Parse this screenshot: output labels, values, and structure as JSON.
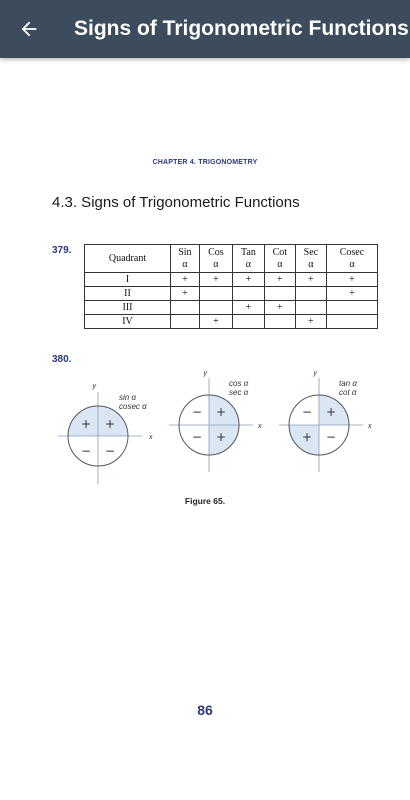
{
  "appbar": {
    "title": "Signs of Trigonometric Functions"
  },
  "page": {
    "chapter": "CHAPTER 4.  TRIGONOMETRY",
    "section_title": "4.3. Signs of Trigonometric Functions",
    "q1_number": "379.",
    "q2_number": "380.",
    "figure_caption": "Figure 65.",
    "page_number": "86"
  },
  "table": {
    "headers": [
      {
        "top": "Quadrant",
        "bottom": ""
      },
      {
        "top": "Sin",
        "bottom": "α"
      },
      {
        "top": "Cos",
        "bottom": "α"
      },
      {
        "top": "Tan",
        "bottom": "α"
      },
      {
        "top": "Cot",
        "bottom": "α"
      },
      {
        "top": "Sec",
        "bottom": "α"
      },
      {
        "top": "Cosec",
        "bottom": "α"
      }
    ],
    "rows": [
      [
        "I",
        "+",
        "+",
        "+",
        "+",
        "+",
        "+"
      ],
      [
        "II",
        "+",
        "",
        "",
        "",
        "",
        "+"
      ],
      [
        "III",
        "",
        "",
        "+",
        "+",
        "",
        ""
      ],
      [
        "IV",
        "",
        "+",
        "",
        "",
        "+",
        ""
      ]
    ]
  },
  "diagrams": {
    "colors": {
      "shade": "#dbe6f4",
      "axis": "#8a9bb8",
      "circle": "#555555"
    },
    "items": [
      {
        "label_line1": "sin α",
        "label_line2": "cosec α",
        "axis_x": "x",
        "axis_y": "y",
        "signs": [
          "+",
          "+",
          "−",
          "−"
        ],
        "shaded": [
          true,
          true,
          false,
          false
        ]
      },
      {
        "label_line1": "cos α",
        "label_line2": "sec α",
        "axis_x": "x",
        "axis_y": "y",
        "signs": [
          "+",
          "−",
          "−",
          "+"
        ],
        "shaded": [
          true,
          false,
          false,
          true
        ]
      },
      {
        "label_line1": "tan α",
        "label_line2": "cot α",
        "axis_x": "x",
        "axis_y": "y",
        "signs": [
          "+",
          "−",
          "+",
          "−"
        ],
        "shaded": [
          true,
          false,
          true,
          false
        ]
      }
    ]
  }
}
